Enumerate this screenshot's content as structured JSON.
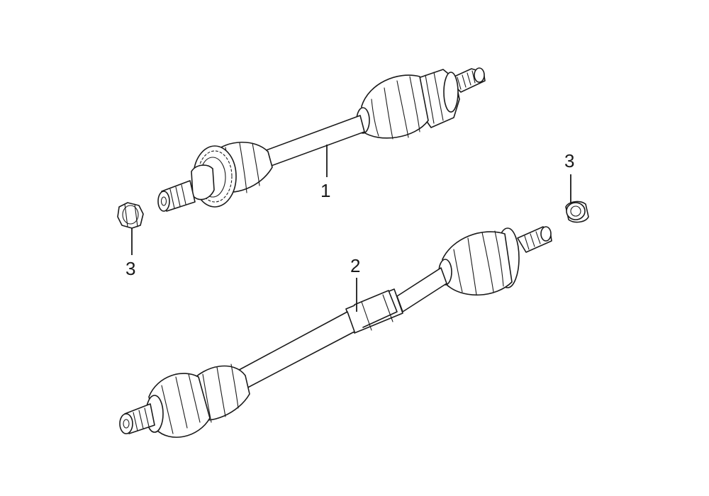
{
  "callouts": {
    "part1": "1",
    "part2": "2",
    "part3_left": "3",
    "part3_right": "3"
  },
  "colors": {
    "line": "#1a1a1a",
    "background": "#ffffff"
  }
}
